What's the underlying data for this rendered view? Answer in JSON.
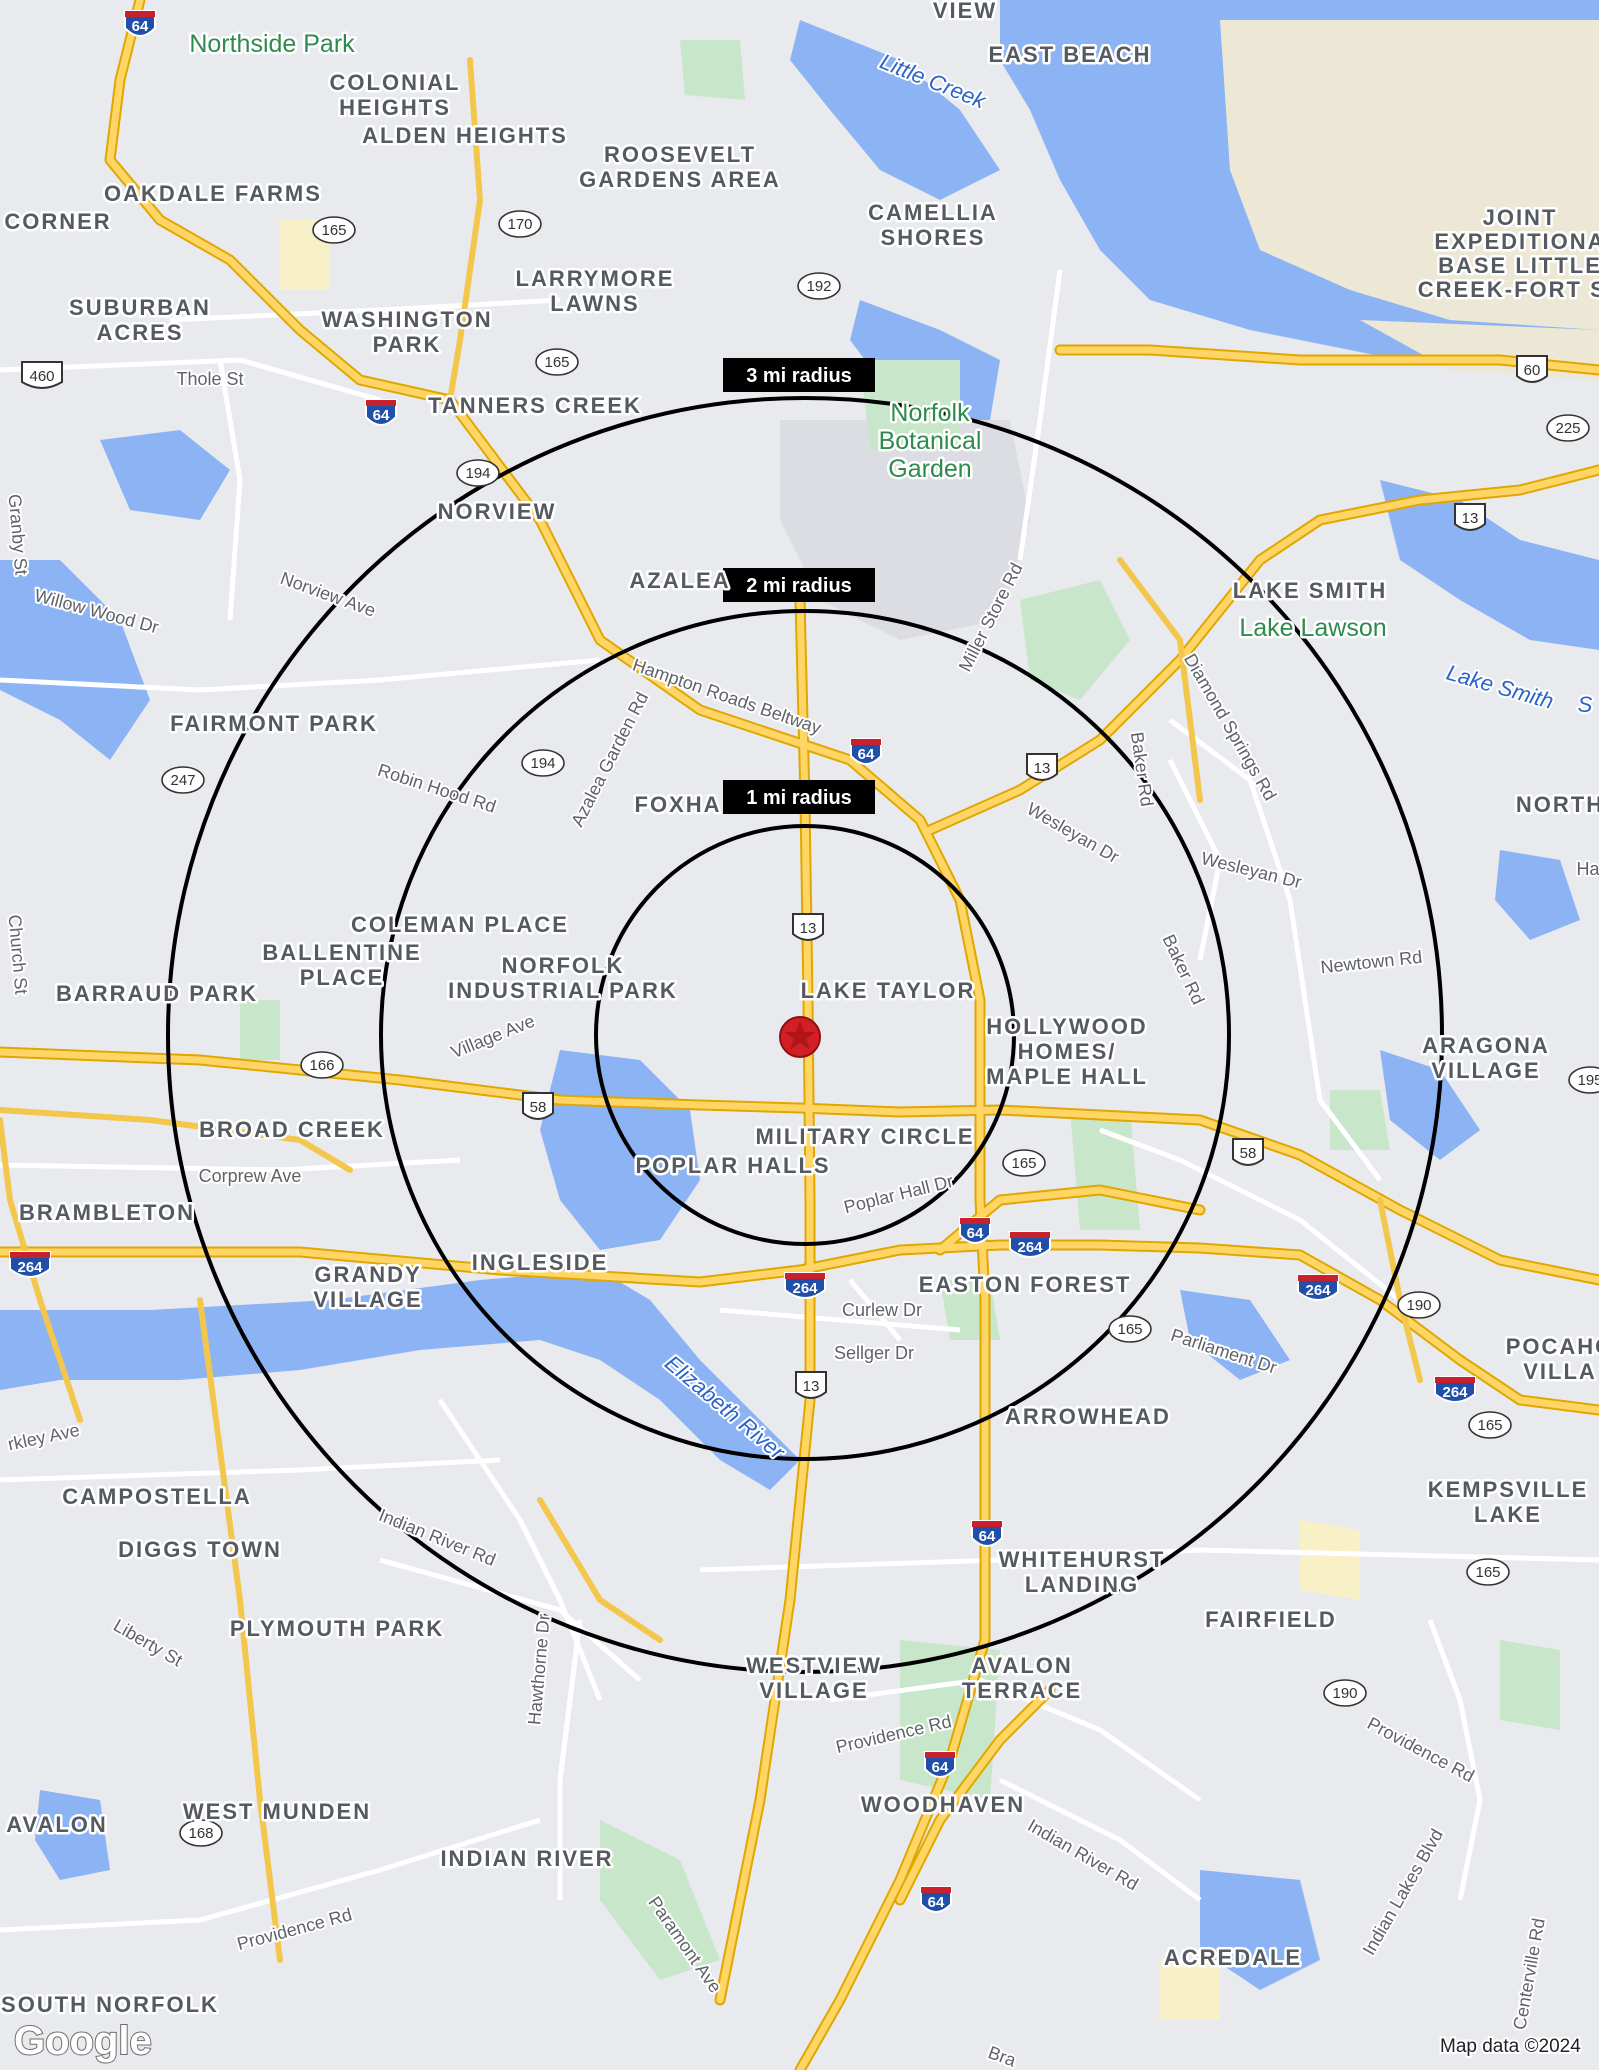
{
  "map": {
    "attribution": "Map data ©2024",
    "logo": "Google",
    "center_marker": "red-star-marker",
    "radius_rings": [
      {
        "label": "1 mi radius",
        "miles": 1
      },
      {
        "label": "2 mi radius",
        "miles": 2
      },
      {
        "label": "3 mi radius",
        "miles": 3
      }
    ],
    "neighborhoods": [
      [
        "EAST BEACH"
      ],
      [
        "COLONIAL",
        "HEIGHTS"
      ],
      [
        "ALDEN HEIGHTS"
      ],
      [
        "ROOSEVELT",
        "GARDENS AREA"
      ],
      [
        "OAKDALE FARMS"
      ],
      [
        "CORNER"
      ],
      [
        "CAMELLIA",
        "SHORES"
      ],
      [
        "JOINT",
        "EXPEDITIONA",
        "BASE LITTLE",
        "CREEK-FORT ST"
      ],
      [
        "SUBURBAN",
        "ACRES"
      ],
      [
        "WASHINGTON",
        "PARK"
      ],
      [
        "LARRYMORE",
        "LAWNS"
      ],
      [
        "TANNERS CREEK"
      ],
      [
        "NORVIEW"
      ],
      [
        "AZALEA"
      ],
      [
        "LAKE SMITH"
      ],
      [
        "FAIRMONT PARK"
      ],
      [
        "FOXHA"
      ],
      [
        "NORTH"
      ],
      [
        "COLEMAN PLACE"
      ],
      [
        "BALLENTINE",
        "PLACE"
      ],
      [
        "NORFOLK",
        "INDUSTRIAL PARK"
      ],
      [
        "BARRAUD PARK"
      ],
      [
        "LAKE TAYLOR"
      ],
      [
        "HOLLYWOOD",
        "HOMES/",
        "MAPLE HALL"
      ],
      [
        "ARAGONA",
        "VILLAGE"
      ],
      [
        "BROAD CREEK"
      ],
      [
        "MILITARY CIRCLE"
      ],
      [
        "POPLAR HALLS"
      ],
      [
        "BRAMBLETON"
      ],
      [
        "GRANDY",
        "VILLAGE"
      ],
      [
        "INGLESIDE"
      ],
      [
        "EASTON FOREST"
      ],
      [
        "POCAHO",
        "VILLA"
      ],
      [
        "ARROWHEAD"
      ],
      [
        "CAMPOSTELLA"
      ],
      [
        "KEMPSVILLE",
        "LAKE"
      ],
      [
        "DIGGS TOWN"
      ],
      [
        "WHITEHURST",
        "LANDING"
      ],
      [
        "FAIRFIELD"
      ],
      [
        "PLYMOUTH PARK"
      ],
      [
        "WESTVIEW",
        "VILLAGE"
      ],
      [
        "AVALON",
        "TERRACE"
      ],
      [
        "WEST MUNDEN"
      ],
      [
        "WOODHAVEN"
      ],
      [
        "AVALON"
      ],
      [
        "INDIAN RIVER"
      ],
      [
        "ACREDALE"
      ],
      [
        "SOUTH NORFOLK"
      ],
      [
        "VIEW"
      ]
    ],
    "parks": [
      [
        "Northside Park"
      ],
      [
        "Norfolk",
        "Botanical",
        "Garden"
      ],
      [
        "Lake Lawson"
      ]
    ],
    "water": [
      "Little Creek",
      "Lake Smith",
      "Elizabeth River",
      "S"
    ],
    "streets": [
      "Thole St",
      "Norview Ave",
      "Willow Wood Dr",
      "Hampton Roads Beltway",
      "Miller Store Rd",
      "Diamond Springs Rd",
      "Baker Rd",
      "Baker Rd",
      "Wesleyan Dr",
      "Wesleyan Dr",
      "Newtown Rd",
      "Robin Hood Rd",
      "Azalea Garden Rd",
      "Village Ave",
      "Corprew Ave",
      "Poplar Hall Dr",
      "Curlew Dr",
      "Sellger Dr",
      "Parliament Dr",
      "Indian River Rd",
      "Hawthorne Dr",
      "Liberty St",
      "Providence Rd",
      "Providence Rd",
      "Providence Rd",
      "Indian River Rd",
      "Indian Lakes Blvd",
      "Paramont Ave",
      "Granby St",
      "Church St",
      "rkley Ave",
      "Centerville Rd",
      "Ha",
      "Bra"
    ],
    "route_shields": {
      "interstate": [
        "64",
        "64",
        "64",
        "64",
        "64",
        "64",
        "64",
        "264",
        "264",
        "264",
        "264",
        "264"
      ],
      "us": [
        "460",
        "13",
        "13",
        "13",
        "13",
        "58",
        "58",
        "60"
      ],
      "state": [
        "165",
        "170",
        "192",
        "165",
        "194",
        "194",
        "247",
        "166",
        "165",
        "165",
        "165",
        "190",
        "190",
        "168",
        "225",
        "165",
        "195"
      ]
    }
  }
}
